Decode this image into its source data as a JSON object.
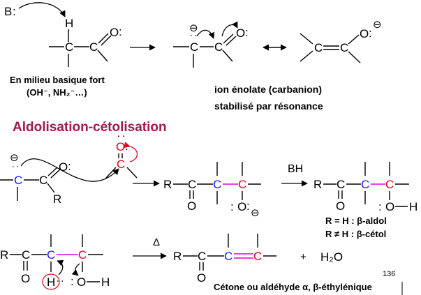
{
  "colors": {
    "blue": "#1a1aff",
    "red": "#e8001c",
    "magenta": "#e000e0",
    "title": "#a0184e",
    "black": "#000000"
  },
  "atoms": {
    "B": "B",
    "H": "H",
    "C": "C",
    "O": "O",
    "R": "R",
    "BH": "BH"
  },
  "symbols": {
    "lone_pair": ":",
    "minus": "⊖",
    "delta": "Δ",
    "plus": "+"
  },
  "step1": {
    "conditions_line1": "En milieu basique fort",
    "conditions_line2": "(OH⁻, NH₂⁻…)"
  },
  "step2": {
    "label_line1": "ion énolate (carbanion)",
    "label_line2": "stabilisé par résonance"
  },
  "section_title": "Aldolisation-cétolisation",
  "products": {
    "aldol": "R = H : β-aldol",
    "ketol": "R ≠ H : β-cétol"
  },
  "dehydration": {
    "water": "H₂O",
    "product_label": "Cétone ou aldéhyde α, β-éthylénique"
  },
  "page_number": "136"
}
